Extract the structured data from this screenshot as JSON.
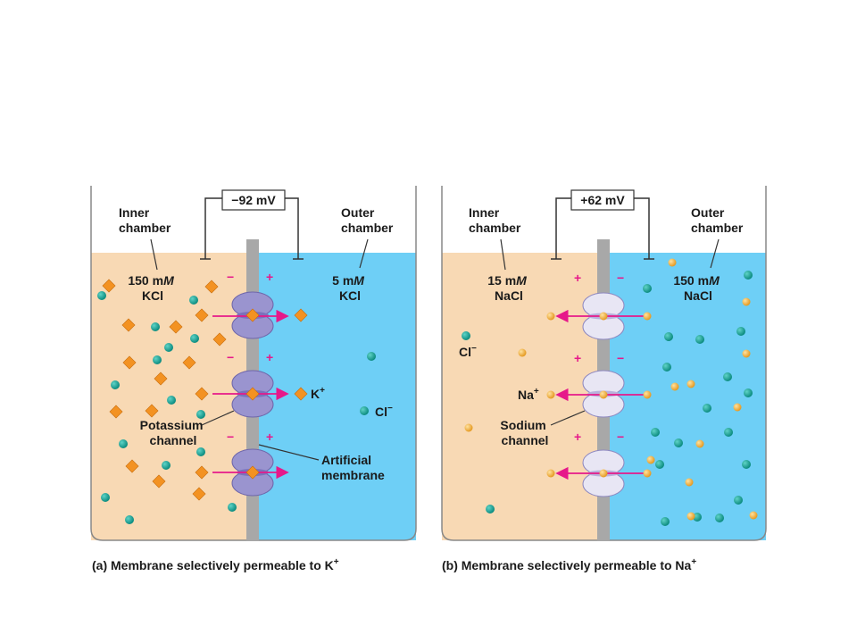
{
  "panel_a": {
    "voltage": "−92 mV",
    "inner_label": [
      "Inner",
      "chamber"
    ],
    "outer_label": [
      "Outer",
      "chamber"
    ],
    "inner_conc": [
      "150 m",
      "M",
      "KCl"
    ],
    "outer_conc": [
      "5 m",
      "M",
      "KCl"
    ],
    "ion_label": "K",
    "ion_charge": "+",
    "anion_label": "Cl",
    "anion_charge": "−",
    "channel_label": [
      "Potassium",
      "channel"
    ],
    "membrane_label": [
      "Artificial",
      "membrane"
    ],
    "inner_sign": "−",
    "outer_sign": "+",
    "caption": "(a) Membrane selectively permeable to K",
    "caption_sup": "+"
  },
  "panel_b": {
    "voltage": "+62 mV",
    "inner_label": [
      "Inner",
      "chamber"
    ],
    "outer_label": [
      "Outer",
      "chamber"
    ],
    "inner_conc": [
      "15 m",
      "M",
      "NaCl"
    ],
    "outer_conc": [
      "150 m",
      "M",
      "NaCl"
    ],
    "ion_label": "Na",
    "ion_charge": "+",
    "anion_label": "Cl",
    "anion_charge": "−",
    "channel_label": [
      "Sodium",
      "channel"
    ],
    "inner_sign": "+",
    "outer_sign": "−",
    "caption": "(b) Membrane selectively permeable to Na",
    "caption_sup": "+"
  },
  "colors": {
    "inner_fluid": "#f8d9b4",
    "outer_fluid": "#6ecff6",
    "membrane": "#a8a8a8",
    "channel": "#9a94cf",
    "channel_b": "#e8e6f4",
    "potassium": "#f39222",
    "sodium": "#f4b040",
    "chloride": "#14a093",
    "arrow": "#e6198a"
  }
}
